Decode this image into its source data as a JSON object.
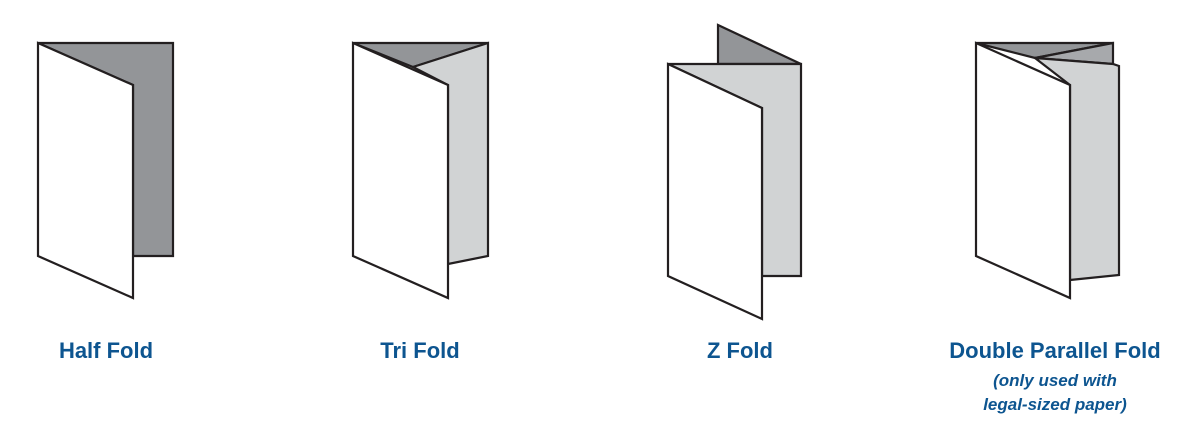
{
  "colors": {
    "label": "#0d5590",
    "outline": "#000000",
    "panel_front": "#ffffff",
    "panel_light": "#d1d3d4",
    "panel_dark": "#939598"
  },
  "folds": [
    {
      "id": "half-fold",
      "label": "Half Fold"
    },
    {
      "id": "tri-fold",
      "label": "Tri Fold"
    },
    {
      "id": "z-fold",
      "label": "Z Fold"
    },
    {
      "id": "double-parallel-fold",
      "label": "Double Parallel Fold",
      "note_line1": "(only used with",
      "note_line2": "legal-sized paper)"
    }
  ]
}
